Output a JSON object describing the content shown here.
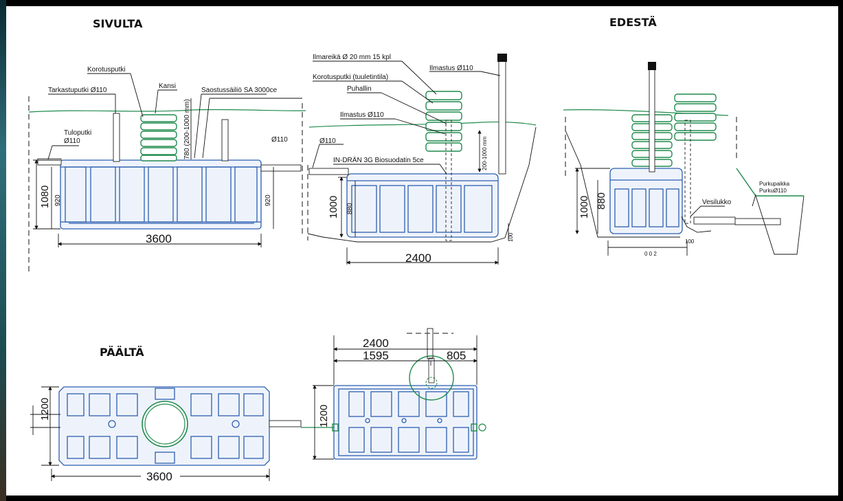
{
  "headings": {
    "side": "SIVULTA",
    "front": "EDESTÄ",
    "top": "PÄÄLTÄ"
  },
  "side": {
    "labels": {
      "riser": "Korotusputki",
      "lid": "Kansi",
      "inspection": "Tarkastuputki Ø110",
      "tank": "Saostussäiliö SA 3000ce",
      "inlet": "Tuloputki",
      "inlet_size": "Ø110",
      "outlet_size": "Ø110"
    },
    "dims": {
      "height": "1080",
      "inner_left": "920",
      "inner_right": "920",
      "riser": "780 (200-1000 mm)",
      "length": "3600"
    }
  },
  "biofilter": {
    "labels": {
      "air_holes": "Ilmareikä Ø 20 mm 15 kpl",
      "vent": "Ilmastus Ø110",
      "riser_vent": "Korotusputki (tuuletintila)",
      "blower": "Puhallin",
      "air_vent": "Ilmastus Ø110",
      "inlet_size": "Ø110",
      "model": "IN-DRÄN 3G Biosuodatin 5ce"
    },
    "dims": {
      "height": "1000",
      "inner": "880",
      "riser": "200-1000 mm",
      "drop": "100",
      "length": "2400"
    }
  },
  "front": {
    "labels": {
      "trap": "Vesilukko",
      "discharge": "Purkupaikka",
      "discharge_size": "PurkuØ110"
    },
    "dims": {
      "height": "1000",
      "inner": "880",
      "width": "0 0 2",
      "drop": "100"
    }
  },
  "top": {
    "dims": {
      "width": "1200",
      "length": "3600",
      "biofilter_length": "2400",
      "biofilter_left": "1595",
      "biofilter_right": "805",
      "biofilter_width": "1200"
    }
  },
  "colors": {
    "tank": "#2d5fb0",
    "riser": "#1f8a4c",
    "background": "#000000"
  }
}
